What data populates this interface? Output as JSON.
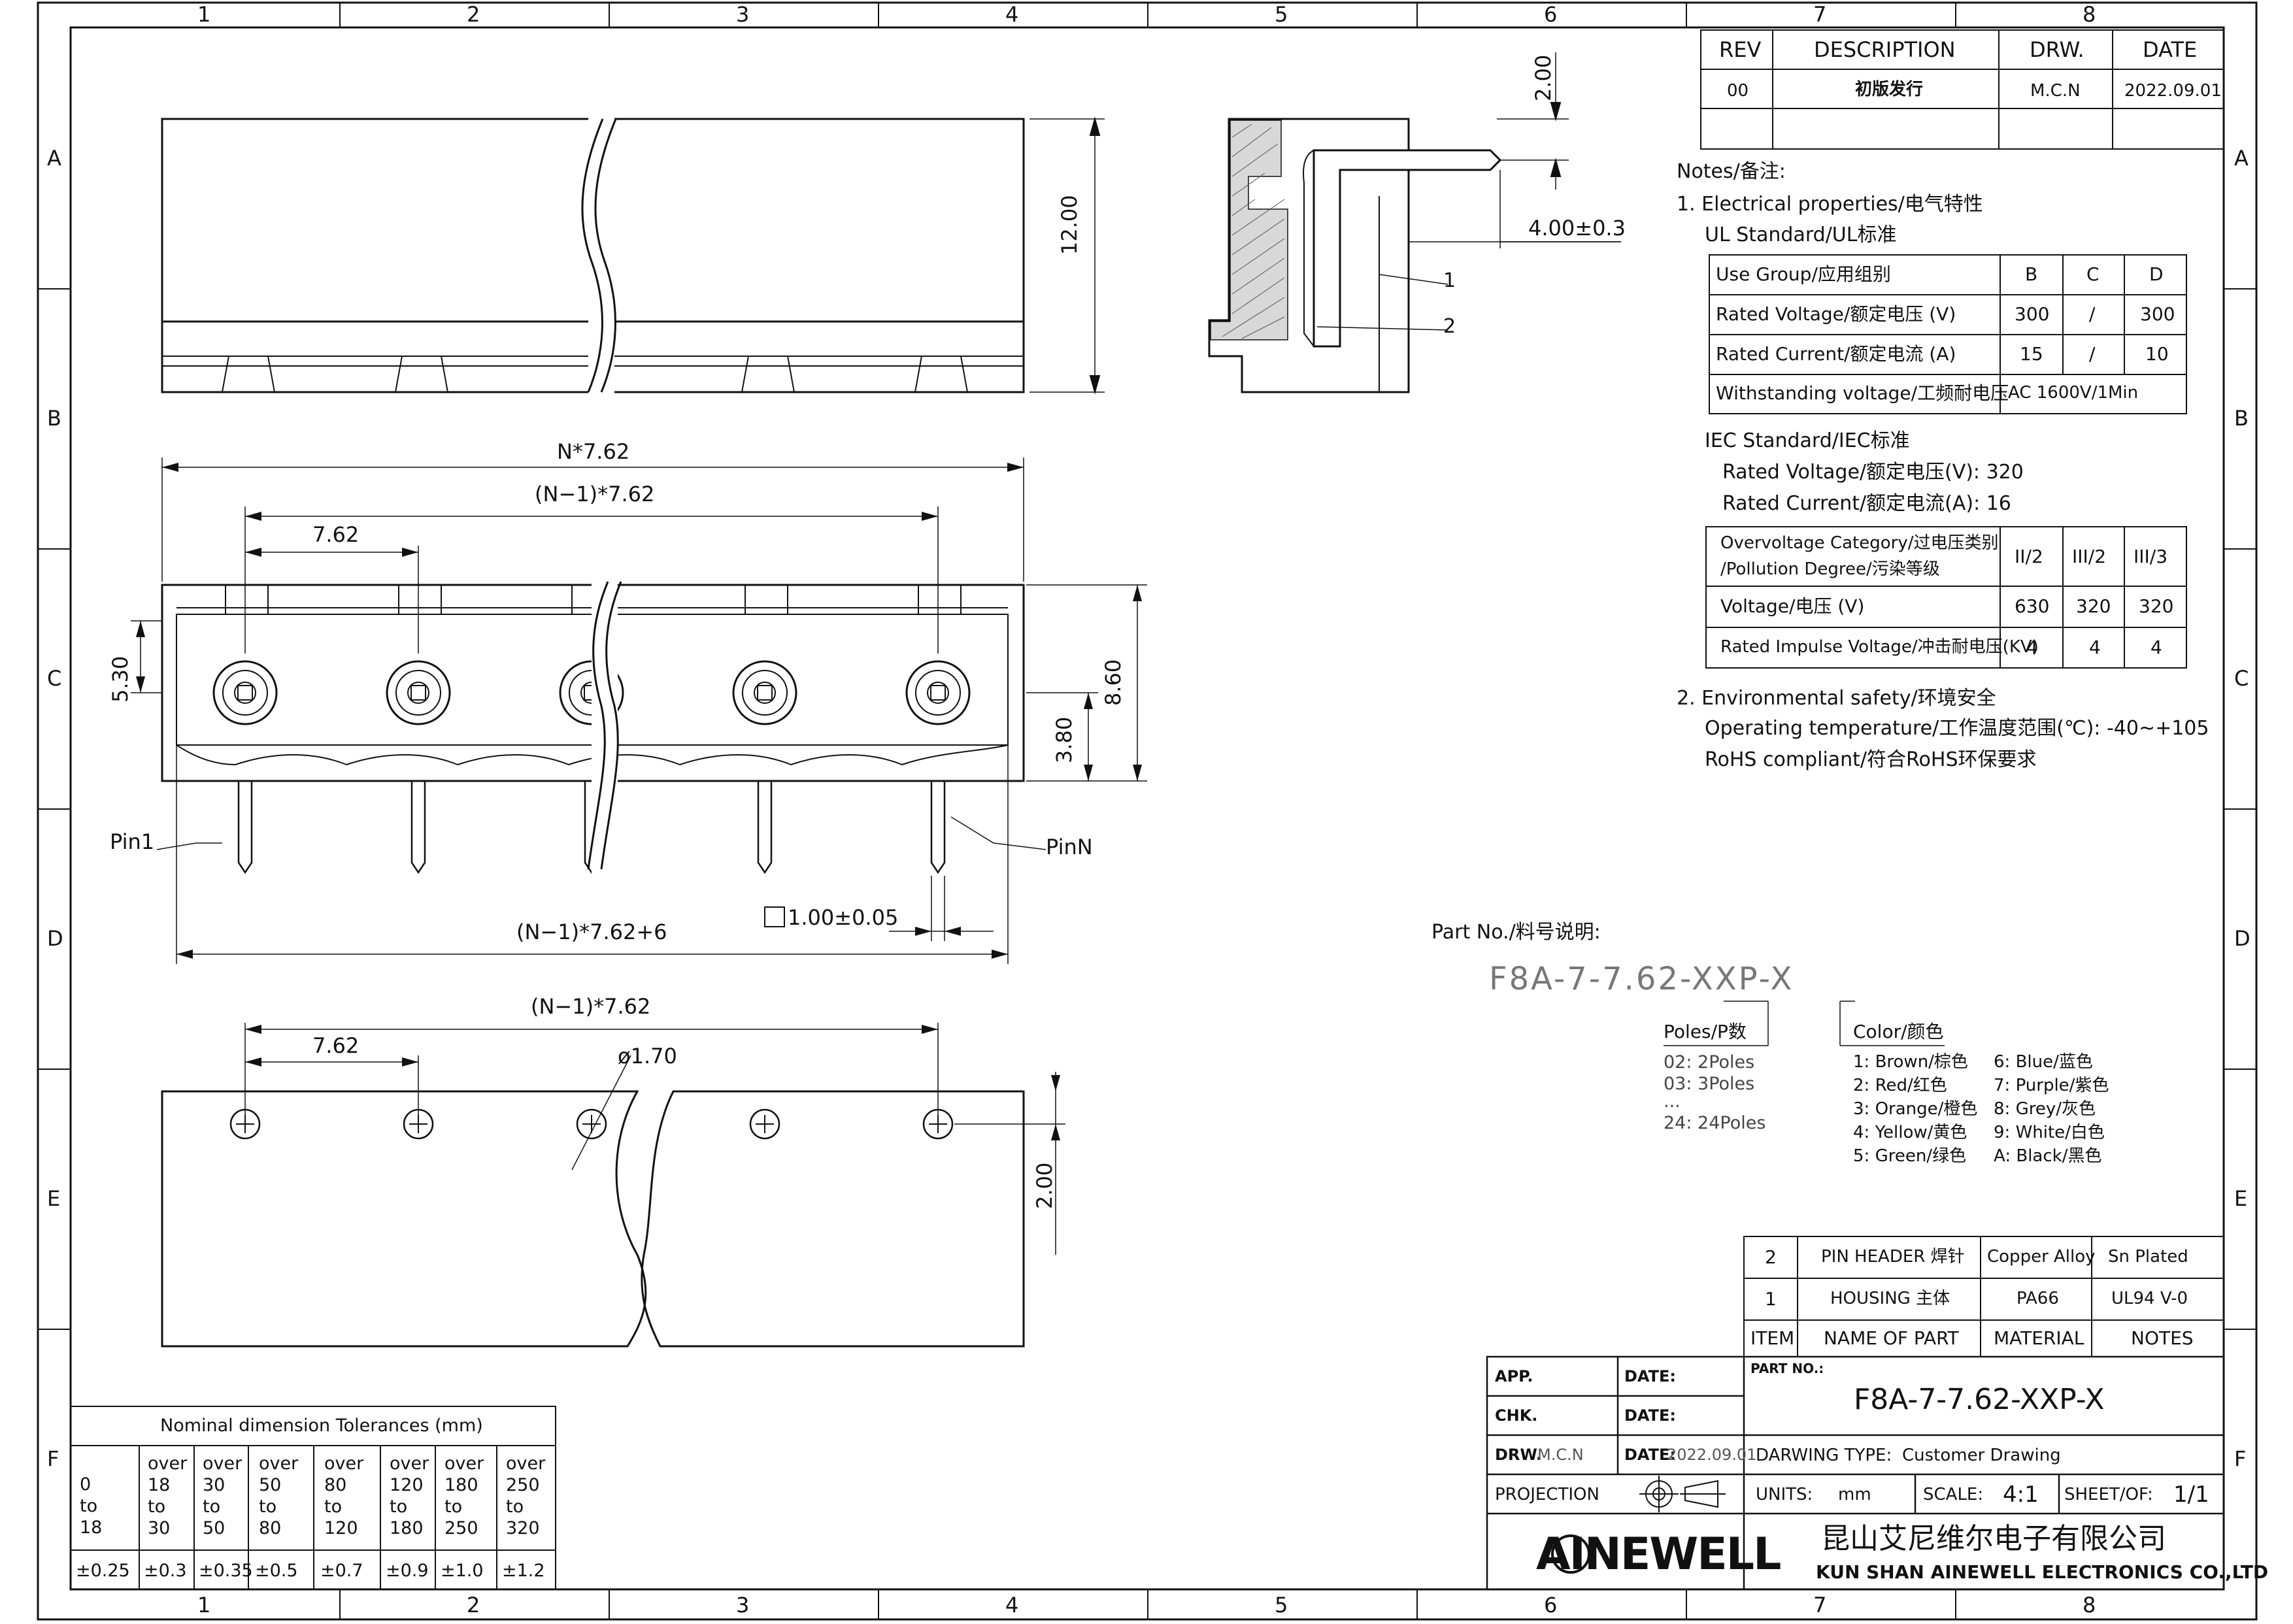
{
  "frame": {
    "cols": [
      "1",
      "2",
      "3",
      "4",
      "5",
      "6",
      "7",
      "8"
    ],
    "rows": [
      "A",
      "B",
      "C",
      "D",
      "E",
      "F"
    ]
  },
  "revision_table": {
    "headers": [
      "REV",
      "DESCRIPTION",
      "DRW.",
      "DATE"
    ],
    "row": [
      "00",
      "初版发行",
      "M.C.N",
      "2022.09.01"
    ]
  },
  "notes": {
    "title": "Notes/备注:",
    "electrical": "1. Electrical properties/电气特性",
    "ul_standard": "UL Standard/UL标准",
    "ul_table": {
      "rows": [
        [
          "Use Group/应用组别",
          "B",
          "C",
          "D"
        ],
        [
          "Rated Voltage/额定电压 (V)",
          "300",
          "/",
          "300"
        ],
        [
          "Rated Current/额定电流 (A)",
          "15",
          "/",
          "10"
        ],
        [
          "Withstanding voltage/工频耐电压",
          "AC 1600V/1Min"
        ]
      ]
    },
    "iec_standard": "IEC Standard/IEC标准",
    "iec_voltage": "Rated Voltage/额定电压(V):  320",
    "iec_current": "Rated Current/额定电流(A):   16",
    "iec_table": {
      "header_line1": "Overvoltage Category/过电压类别",
      "header_line2": "/Pollution Degree/污染等级",
      "header_values": [
        "II/2",
        "III/2",
        "III/3"
      ],
      "rows": [
        [
          "Voltage/电压 (V)",
          "630",
          "320",
          "320"
        ],
        [
          "Rated Impulse Voltage/冲击耐电压(KV)",
          "4",
          "4",
          "4"
        ]
      ]
    },
    "environmental": "2. Environmental safety/环境安全",
    "operating_temp": "Operating temperature/工作温度范围(℃):  -40~+105",
    "rohs": "RoHS compliant/符合RoHS环保要求"
  },
  "part_number_section": {
    "label": "Part No./料号说明:",
    "code": "F8A-7-7.62-XXP-X",
    "poles_title": "Poles/P数",
    "poles": [
      "02: 2Poles",
      "03: 3Poles",
      "...",
      "24: 24Poles"
    ],
    "color_title": "Color/颜色",
    "colors_left": [
      "1: Brown/棕色",
      "2: Red/红色",
      "3: Orange/橙色",
      "4: Yellow/黄色",
      "5: Green/绿色"
    ],
    "colors_right": [
      "6: Blue/蓝色",
      "7: Purple/紫色",
      "8: Grey/灰色",
      "9: White/白色",
      "A: Black/黑色"
    ]
  },
  "dimensions": {
    "top_height": "12.00",
    "side_top": "2.00",
    "side_offset": "4.00±0.3",
    "side_callout_1": "1",
    "side_callout_2": "2",
    "front_overall": "N*7.62",
    "front_span": "(N−1)*7.62",
    "front_pitch": "7.62",
    "front_left": "5.30",
    "front_right_height": "8.60",
    "front_right_small": "3.80",
    "pin1": "Pin1",
    "pinN": "PinN",
    "front_bottom": "(N−1)*7.62+6",
    "pin_square": "1.00±0.05",
    "pcb_span": "(N−1)*7.62",
    "pcb_pitch": "7.62",
    "pcb_hole": "ø1.70",
    "pcb_height": "2.00"
  },
  "bom": {
    "rows": [
      [
        "2",
        "PIN HEADER 焊针",
        "Copper Alloy",
        "Sn Plated"
      ],
      [
        "1",
        "HOUSING 主体",
        "PA66",
        "UL94 V-0"
      ]
    ],
    "headers": [
      "ITEM",
      "NAME OF PART",
      "MATERIAL",
      "NOTES"
    ]
  },
  "title_block": {
    "app": "APP.",
    "date_label": "DATE:",
    "chk": "CHK.",
    "drw": "DRW.",
    "drw_value": "M.C.N",
    "drw_date": "2022.09.01",
    "projection": "PROJECTION",
    "part_no_label": "PART NO.:",
    "part_no": "F8A-7-7.62-XXP-X",
    "drawing_type_label": "DARWING TYPE:",
    "drawing_type": "Customer Drawing",
    "units_label": "UNITS:",
    "units": "mm",
    "scale_label": "SCALE:",
    "scale": "4:1",
    "sheet_label": "SHEET/OF:",
    "sheet": "1/1",
    "logo": "AINEWELL",
    "company_cn": "昆山艾尼维尔电子有限公司",
    "company_en": "KUN SHAN AINEWELL ELECTRONICS CO.,LTD"
  },
  "tolerances": {
    "title": "Nominal  dimension  Tolerances  (mm)",
    "ranges": [
      [
        "0",
        "to",
        "18"
      ],
      [
        "over",
        "18",
        "to",
        "30"
      ],
      [
        "over",
        "30",
        "to",
        "50"
      ],
      [
        "over",
        "50",
        "to",
        "80"
      ],
      [
        "over",
        "80",
        "to",
        "120"
      ],
      [
        "over",
        "120",
        "to",
        "180"
      ],
      [
        "over",
        "180",
        "to",
        "250"
      ],
      [
        "over",
        "250",
        "to",
        "320"
      ]
    ],
    "values": [
      "±0.25",
      "±0.3",
      "±0.35",
      "±0.5",
      "±0.7",
      "±0.9",
      "±1.0",
      "±1.2"
    ]
  }
}
